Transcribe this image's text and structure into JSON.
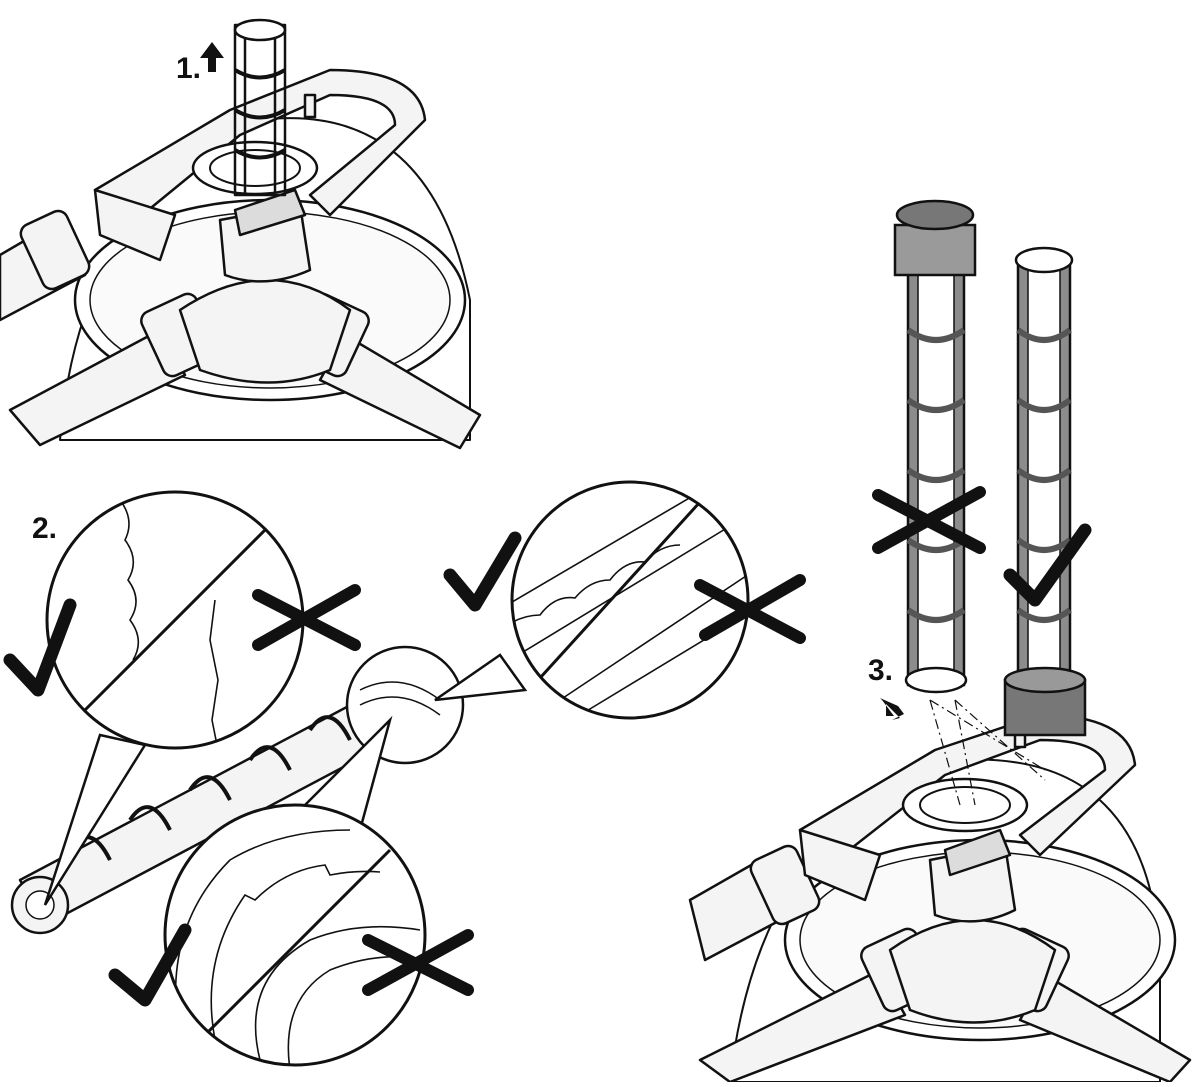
{
  "steps": {
    "step1": "1.",
    "step2": "2.",
    "step3": "3."
  },
  "colors": {
    "ink": "#111111",
    "part_fill": "#f2f2f2",
    "laterals_fill": "#8c8c8c",
    "background": "#ffffff"
  },
  "icons": {
    "ok": "check-mark-icon",
    "wrong": "cross-mark-icon",
    "direction_up": "arrow-up-icon",
    "direction_down": "arrow-down-icon"
  }
}
